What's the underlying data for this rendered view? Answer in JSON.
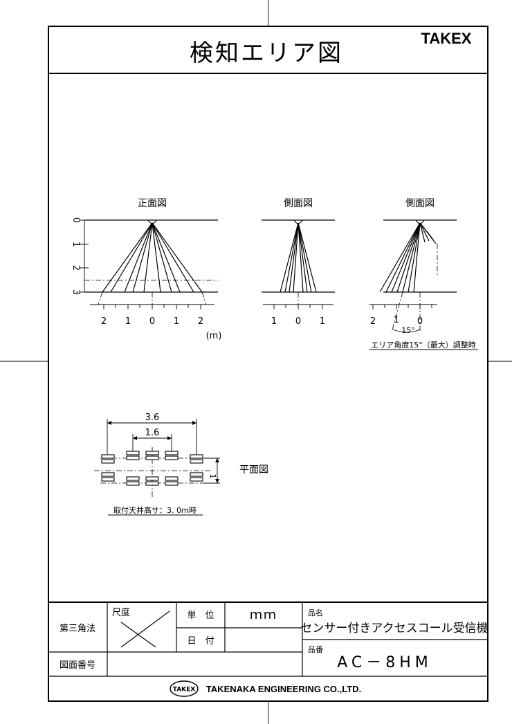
{
  "header": {
    "title": "検知エリア図",
    "brand": "TAKEX"
  },
  "front_view": {
    "label": "正面図",
    "y_ticks": [
      "0",
      "1",
      "2",
      "3"
    ],
    "x_ticks": [
      "2",
      "1",
      "0",
      "1",
      "2"
    ],
    "unit": "(m)"
  },
  "side_view_1": {
    "label": "側面図",
    "x_ticks": [
      "1",
      "0",
      "1"
    ]
  },
  "side_view_2": {
    "label": "側面図",
    "x_ticks": [
      "2",
      "1",
      "0"
    ],
    "angle": "15°",
    "note": "エリア角度15°（最大）調整時"
  },
  "plan_view": {
    "label": "平面図",
    "dim_outer": "3.6",
    "dim_inner": "1.6",
    "dim_side": "1",
    "note": "取付天井高サ：3. 0ｍ時"
  },
  "title_block": {
    "projection": "第三角法",
    "scale_label": "尺度",
    "unit_label": "単　位",
    "unit_value": "ｍｍ",
    "date_label": "日　付",
    "product_name_label": "品名",
    "product_name": "センサー付きアクセスコール受信機",
    "drawing_number_label": "図面番号",
    "product_number_label": "品番",
    "product_number": "AC－8HM",
    "company_logo": "TAKEX",
    "company": "TAKENAKA ENGINEERING CO.,LTD."
  }
}
